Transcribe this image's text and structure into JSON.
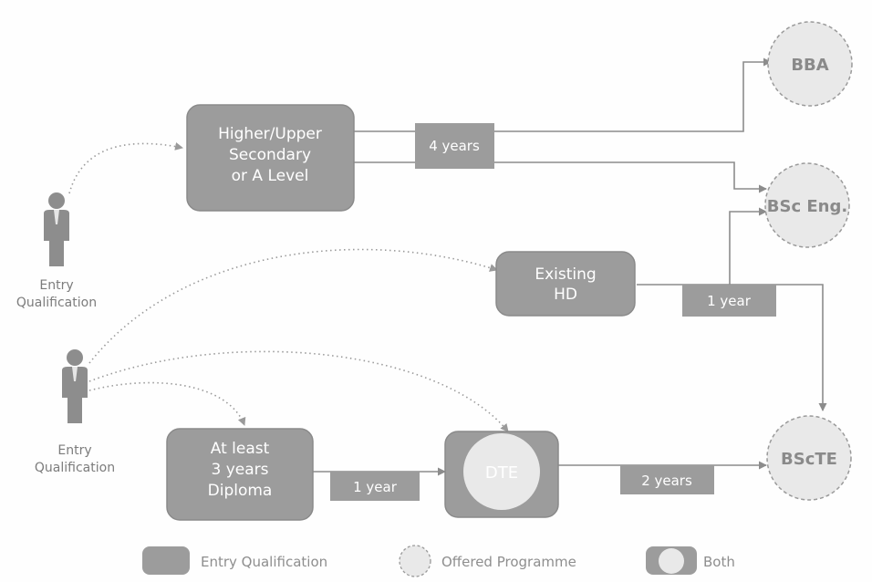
{
  "colors": {
    "box_fill": "#9c9c9c",
    "programme_fill": "#e9e9e9",
    "text_light": "#ffffff",
    "text_dark": "#8a8a8a"
  },
  "entry_boxes": {
    "higher_secondary": [
      "Higher/Upper",
      "Secondary",
      "or A Level"
    ],
    "existing_hd": [
      "Existing",
      "HD"
    ],
    "diploma": [
      "At least",
      "3 years",
      "Diploma"
    ]
  },
  "both_box": {
    "label": "DTE"
  },
  "durations": {
    "four_years": "4 years",
    "hd_one_year": "1 year",
    "diploma_one_year": "1 year",
    "two_years": "2 years"
  },
  "programmes": {
    "bba": "BBA",
    "bsc_eng": "BSc Eng.",
    "bscte": "BScTE"
  },
  "persons": {
    "top": [
      "Entry",
      "Qualification"
    ],
    "bottom": [
      "Entry",
      "Qualification"
    ]
  },
  "legend": {
    "entry": "Entry Qualification",
    "offered": "Offered Programme",
    "both": "Both"
  },
  "icons": [
    "person-icon",
    "arrowhead-icon"
  ]
}
